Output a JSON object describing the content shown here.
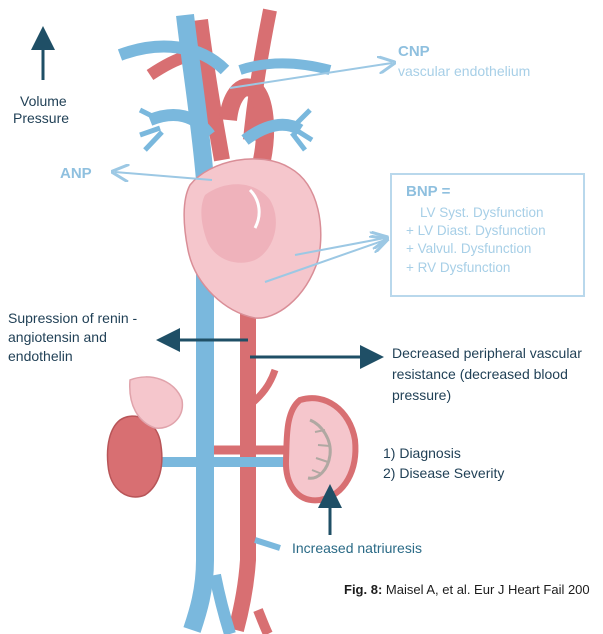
{
  "colors": {
    "vein": "#7ab8dd",
    "artery": "#d86f72",
    "heart": "#f5c6cc",
    "kidney": "#d86f72",
    "dark_arrow": "#1f4f66",
    "light_arrow": "#9cc8e4"
  },
  "labels": {
    "volume": "Volume",
    "pressure": "Pressure",
    "cnp_title": "CNP",
    "cnp_sub": "vascular endothelium",
    "anp": "ANP",
    "renin_line1": "Supression of renin -",
    "renin_line2": "angiotensin and",
    "renin_line3": "endothelin",
    "resistance_line1": "Decreased peripheral vascular",
    "resistance_line2": "resistance (decreased blood",
    "resistance_line3": "pressure)",
    "diagnosis": "1) Diagnosis",
    "severity": "2) Disease Severity",
    "natriuresis": "Increased natriuresis"
  },
  "bnp": {
    "title": "BNP =",
    "items": [
      "LV Syst. Dysfunction",
      "+ LV Diast. Dysfunction",
      "+ Valvul. Dysfunction",
      "+ RV Dysfunction"
    ]
  },
  "caption": {
    "bold": "Fig. 8:",
    "text": " Maisel A, et al. Eur J Heart Fail 200"
  }
}
